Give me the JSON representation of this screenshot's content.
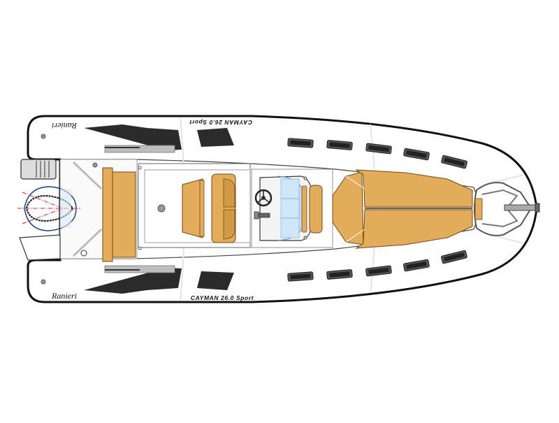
{
  "diagram": {
    "type": "boat-deck-plan-top-view",
    "background": "#ffffff",
    "colors": {
      "teak": "#E3AC5B",
      "teak_dark": "#B98535",
      "tube_outline": "#111111",
      "hull": "#ffffff",
      "graphics_dark": "#2b2b2b",
      "handle_grey": "#555555",
      "windscreen_blue": "#BFDDF3",
      "engine_outline_blue": "#1F3C8A",
      "engine_axis_red": "#D0202A"
    },
    "labels": {
      "brand_top": "Ranieri",
      "brand_bottom": "Ranieri",
      "model_top": "CAYMAN 26.0 Sport",
      "model_bottom": "CAYMAN 26.0 Sport"
    },
    "components": [
      {
        "name": "stern-sun-pad",
        "material": "teak"
      },
      {
        "name": "cockpit-seat",
        "material": "teak"
      },
      {
        "name": "helm-seat",
        "material": "teak"
      },
      {
        "name": "console-with-steering-wheel",
        "material": "white"
      },
      {
        "name": "windscreen",
        "material": "blue-tinted"
      },
      {
        "name": "console-front-seat",
        "material": "teak"
      },
      {
        "name": "bow-sun-pad",
        "material": "teak"
      },
      {
        "name": "bow-roller-anchor",
        "material": "steel"
      },
      {
        "name": "outboard-engine-swing",
        "material": "outline"
      },
      {
        "name": "boarding-ladder",
        "material": "steel"
      },
      {
        "name": "tube-handles",
        "count": 10
      }
    ]
  }
}
